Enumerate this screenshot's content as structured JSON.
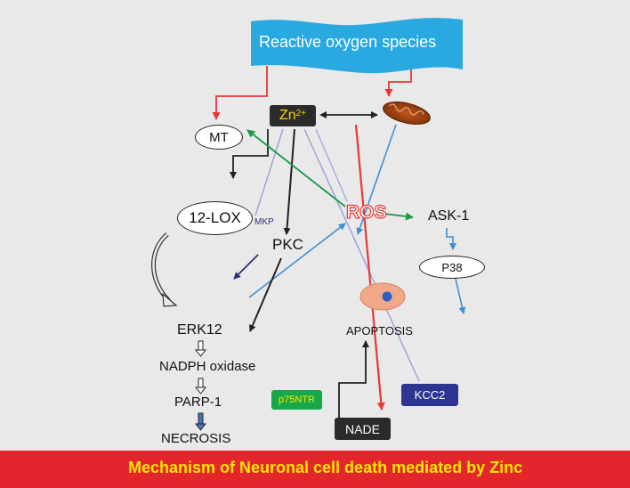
{
  "banner": {
    "text": "Reactive oxygen species"
  },
  "nodes": {
    "zn": {
      "base": "Zn",
      "sup": "2+"
    },
    "mt": "MT",
    "lox": "12-LOX",
    "mkp": "MKP",
    "pkc": "PKC",
    "ros": "ROS",
    "ask1": "ASK-1",
    "p38": "P38",
    "erk": "ERK12",
    "nadph": "NADPH oxidase",
    "parp": "PARP-1",
    "necrosis": "NECROSIS",
    "apoptosis": "APOPTOSIS",
    "p75": "p75NTR",
    "kcc2": "KCC2",
    "nade": "NADE"
  },
  "footer": {
    "title": "Mechanism of Neuronal cell death mediated by Zinc"
  },
  "colors": {
    "banner": "#2aa8e0",
    "footer": "#e2262b",
    "footer_text": "#ffe600",
    "red_arrow": "#e53935",
    "green_arrow": "#1a9a4a",
    "blue_arrow": "#3f8fd2",
    "purple_line": "#9aa0d8",
    "ros_text": "#e53935"
  }
}
